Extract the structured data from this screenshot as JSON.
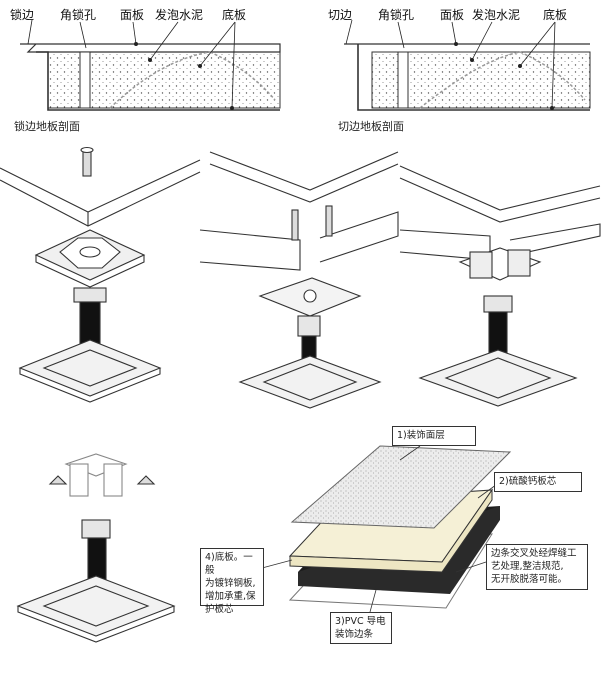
{
  "section_left": {
    "labels": [
      "锁边",
      "角锁孔",
      "面板",
      "发泡水泥",
      "底板"
    ],
    "caption": "锁边地板剖面"
  },
  "section_right": {
    "labels": [
      "切边",
      "角锁孔",
      "面板",
      "发泡水泥",
      "底板"
    ],
    "caption": "切边地板剖面"
  },
  "layers": {
    "layer1": "1)装饰面层",
    "layer2": "2)硫酸钙板芯",
    "layer3_line1": "3)PVC 导电",
    "layer3_line2": "装饰边条",
    "layer4_lines": [
      "4)底板。一般",
      "为镀锌钢板,",
      "增加承重,保",
      "护板芯"
    ],
    "edge_note_lines": [
      "边条交叉处经焊缝工",
      "艺处理,整洁规范,",
      "无开胶脱落可能。"
    ]
  },
  "colors": {
    "line": "#333333",
    "panel_fill": "#ececec",
    "foam_fill": "#f4f4f4",
    "cream": "#f5f0d6",
    "dark_layer": "#1c1c1c",
    "speckle": "#e8e8e8"
  }
}
